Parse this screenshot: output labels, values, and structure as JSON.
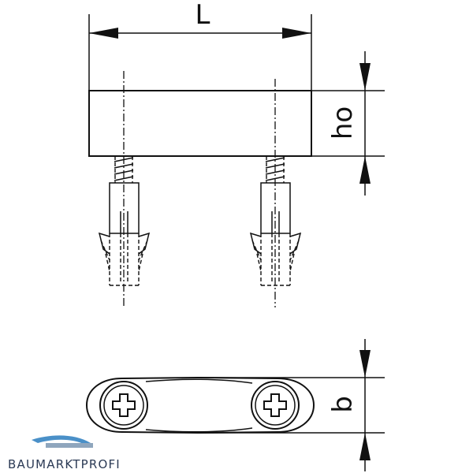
{
  "dimensions": {
    "length_label": "L",
    "height_label": "ho",
    "width_label": "b"
  },
  "brand": {
    "logo_text": "BAUMARKTPROFI",
    "logo_color": "#4a90c8",
    "text_color": "#2b3a55"
  }
}
